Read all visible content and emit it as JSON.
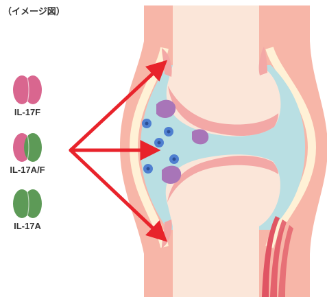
{
  "caption": "（イメージ図）",
  "legend": [
    {
      "label": "IL-17F",
      "left_color": "#d9668f",
      "right_color": "#d9668f"
    },
    {
      "label": "IL-17A/F",
      "left_color": "#d9668f",
      "right_color": "#5d9a57"
    },
    {
      "label": "IL-17A",
      "left_color": "#5d9a57",
      "right_color": "#5d9a57"
    }
  ],
  "colors": {
    "skin": "#f7b6a8",
    "skin_dark": "#ef9484",
    "bone": "#fbe6d9",
    "cartilage": "#f3a8a6",
    "synovial_fluid": "#b9dfe3",
    "capsule": "#fff1d6",
    "cell": "#4f7fd0",
    "synovial_cell": "#a875b8",
    "arrow": "#e8232b",
    "muscle": "#e05463"
  },
  "diagram": {
    "arrows": [
      "upper-joint-arrow",
      "middle-joint-arrow",
      "lower-joint-arrow"
    ]
  }
}
